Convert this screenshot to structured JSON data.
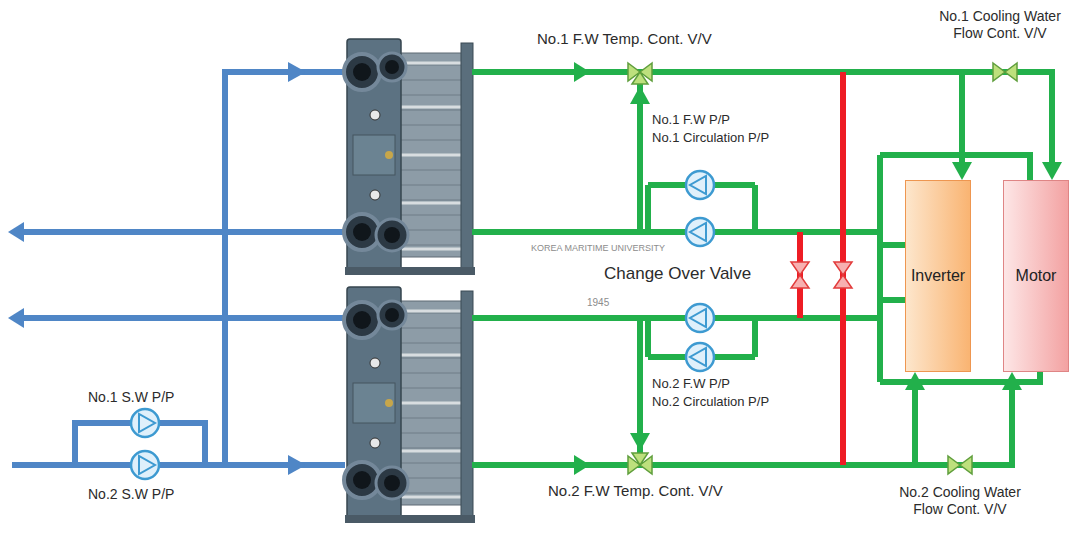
{
  "diagram": {
    "nodes": [
      {
        "text": [
          "Inverter"
        ]
      },
      {
        "text": [
          "Motor"
        ]
      }
    ],
    "labels": [
      "No.1 F.W Temp. Cont. V/V",
      "No.1 Cooling Water Flow Cont. V/V",
      "No.1 F.W P/P",
      "No.1 Circulation P/P",
      "Change Over Valve",
      "No.2 F.W P/P",
      "No.2 Circulation P/P",
      "No.1 S.W P/P",
      "No.2 S.W P/P",
      "No.2 F.W Temp. Cont. V/V",
      "No.2 Cooling Water Flow Cont. V/V",
      "KOREA MARITIME UNIVERSITY",
      "1945"
    ]
  }
}
